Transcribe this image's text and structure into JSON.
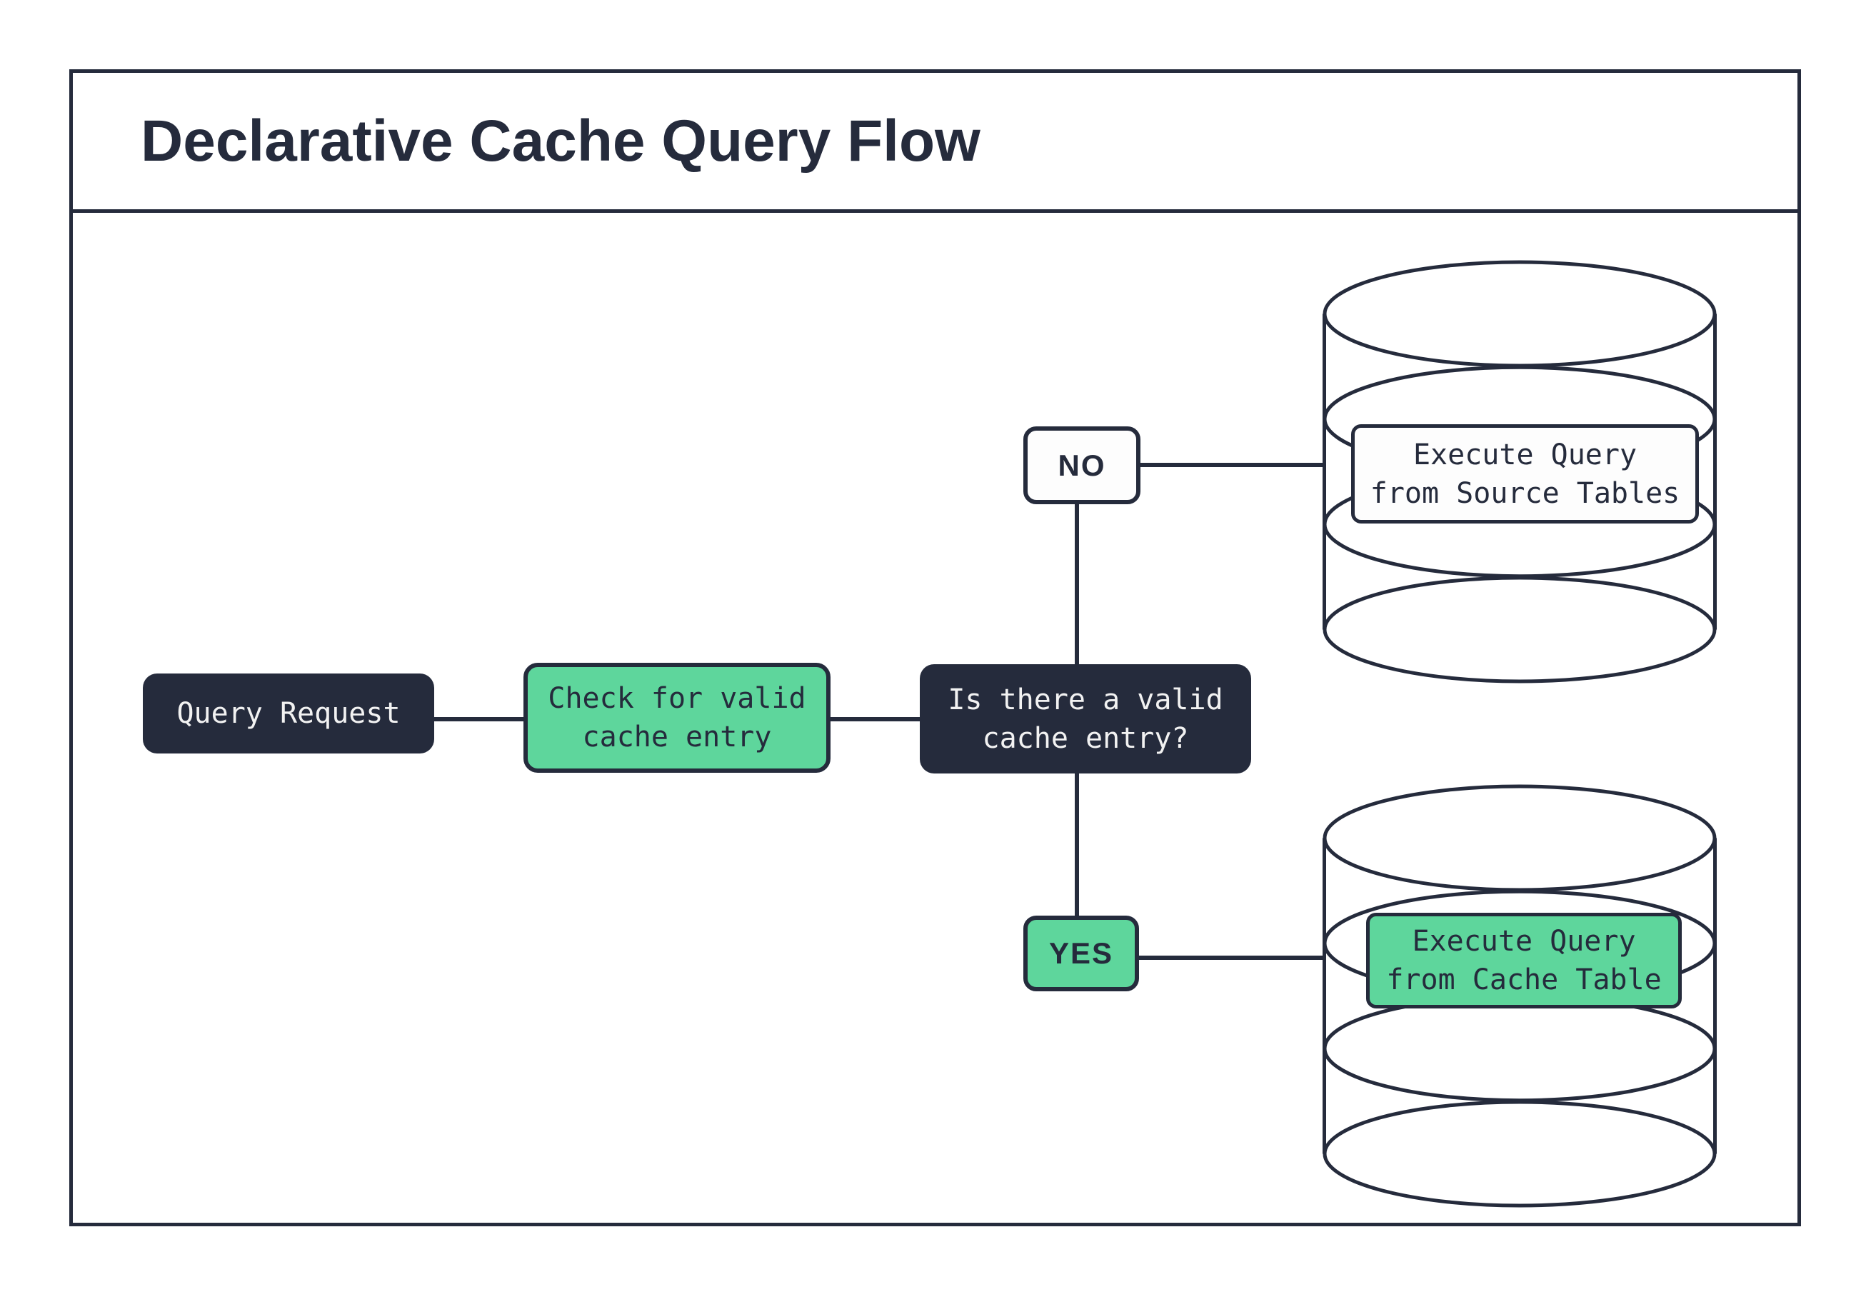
{
  "title": "Declarative Cache Query Flow",
  "colors": {
    "dark_navy": "#252b3c",
    "green": "#5ed69c",
    "node_text_light": "#f2f2f2",
    "background": "#ffffff"
  },
  "nodes": {
    "query_request": {
      "label": "Query Request"
    },
    "check_cache": {
      "line1": "Check for valid",
      "line2": "cache entry"
    },
    "decision": {
      "line1": "Is there a valid",
      "line2": "cache entry?"
    },
    "no_branch": {
      "label": "NO"
    },
    "yes_branch": {
      "label": "YES"
    },
    "source_db": {
      "line1": "Execute Query",
      "line2": "from Source Tables"
    },
    "cache_db": {
      "line1": "Execute Query",
      "line2": "from Cache Table"
    }
  }
}
